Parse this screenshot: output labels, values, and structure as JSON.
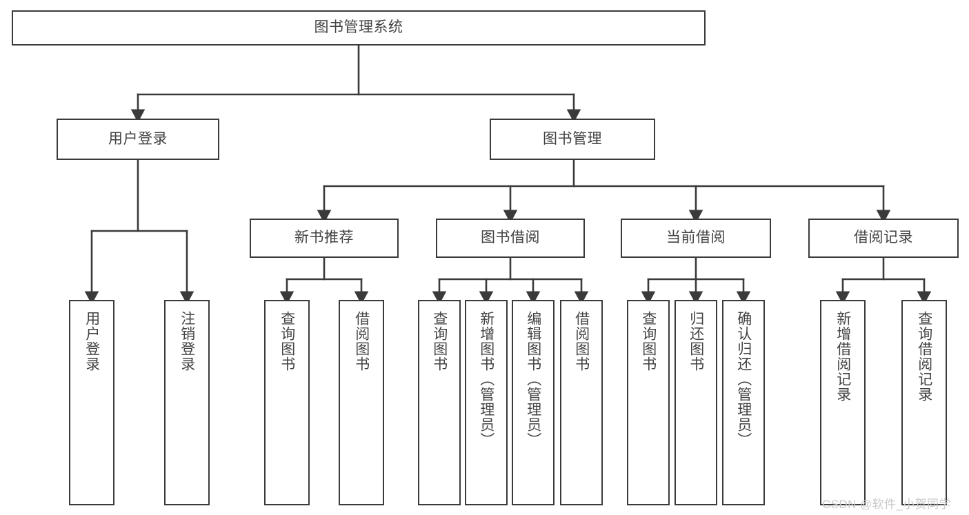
{
  "diagram": {
    "title": "图书管理系统",
    "type": "功能结构图",
    "watermark": "CSDN @软件_小贺同学",
    "colors": {
      "box_border": "#3a3a3a",
      "connector": "#3a3a3a",
      "text": "#434343",
      "background": "#ffffff",
      "watermark": "#c9c9c9"
    },
    "nodes": {
      "root": {
        "label": "图书管理系统"
      },
      "level1": [
        {
          "id": "user-login",
          "label": "用户登录"
        },
        {
          "id": "book-manage",
          "label": "图书管理"
        }
      ],
      "level2": [
        {
          "id": "new-book-recommend",
          "label": "新书推荐"
        },
        {
          "id": "book-borrow",
          "label": "图书借阅"
        },
        {
          "id": "current-borrow",
          "label": "当前借阅"
        },
        {
          "id": "borrow-record",
          "label": "借阅记录"
        }
      ],
      "leaves": {
        "user_login": [
          {
            "id": "leaf-user-login",
            "label": "用户登录"
          },
          {
            "id": "leaf-logout-login",
            "label": "注销登录"
          }
        ],
        "new_book_recommend": [
          {
            "id": "leaf-query-book-1",
            "label": "查询图书"
          },
          {
            "id": "leaf-borrow-book-1",
            "label": "借阅图书"
          }
        ],
        "book_borrow": [
          {
            "id": "leaf-query-book-2",
            "label": "查询图书"
          },
          {
            "id": "leaf-add-book",
            "label": "新增图书（管理员）"
          },
          {
            "id": "leaf-edit-book",
            "label": "编辑图书（管理员）"
          },
          {
            "id": "leaf-borrow-book-2",
            "label": "借阅图书"
          }
        ],
        "current_borrow": [
          {
            "id": "leaf-query-book-3",
            "label": "查询图书"
          },
          {
            "id": "leaf-return-book",
            "label": "归还图书"
          },
          {
            "id": "leaf-confirm-return",
            "label": "确认归还（管理员）"
          }
        ],
        "borrow_record": [
          {
            "id": "leaf-add-record",
            "label": "新增借阅记录"
          },
          {
            "id": "leaf-query-record",
            "label": "查询借阅记录"
          }
        ]
      }
    }
  }
}
